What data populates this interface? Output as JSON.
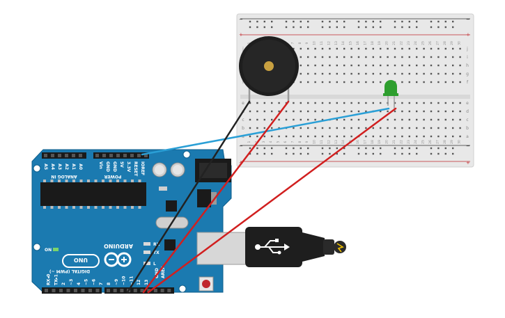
{
  "arduino": {
    "brand": "ARDUINO",
    "model": "UNO",
    "on_label": "ON",
    "tx_label": "TX",
    "rx_label": "RX",
    "l_label": "L",
    "aref_label": "AREF",
    "gnd_label": "GND",
    "power_label": "POWER",
    "analog_label": "ANALOG IN",
    "digital_label": "DIGITAL (PWM ~)",
    "digital_pins": [
      "13",
      "12",
      "~11",
      "~10",
      "~9",
      "8",
      "7",
      "~6",
      "~5",
      "4",
      "~3",
      "2",
      "TX▸1",
      "RX◂0"
    ],
    "power_pins": [
      "IOREF",
      "RESET",
      "3.3V",
      "5V",
      "GND",
      "GND",
      "Vin"
    ],
    "analog_pins": [
      "A0",
      "A1",
      "A2",
      "A3",
      "A4",
      "A5"
    ]
  },
  "breadboard": {
    "columns": 30,
    "rows_top": [
      "j",
      "i",
      "h",
      "g",
      "f"
    ],
    "rows_bottom": [
      "e",
      "d",
      "c",
      "b",
      "a"
    ],
    "rail_plus": "+",
    "rail_minus": "−"
  },
  "components": {
    "buzzer": "piezo buzzer",
    "led_color": "#2e9e2e"
  },
  "wires": {
    "black": "#222222",
    "red": "#d11f1f",
    "blue": "#2a9fd6"
  }
}
